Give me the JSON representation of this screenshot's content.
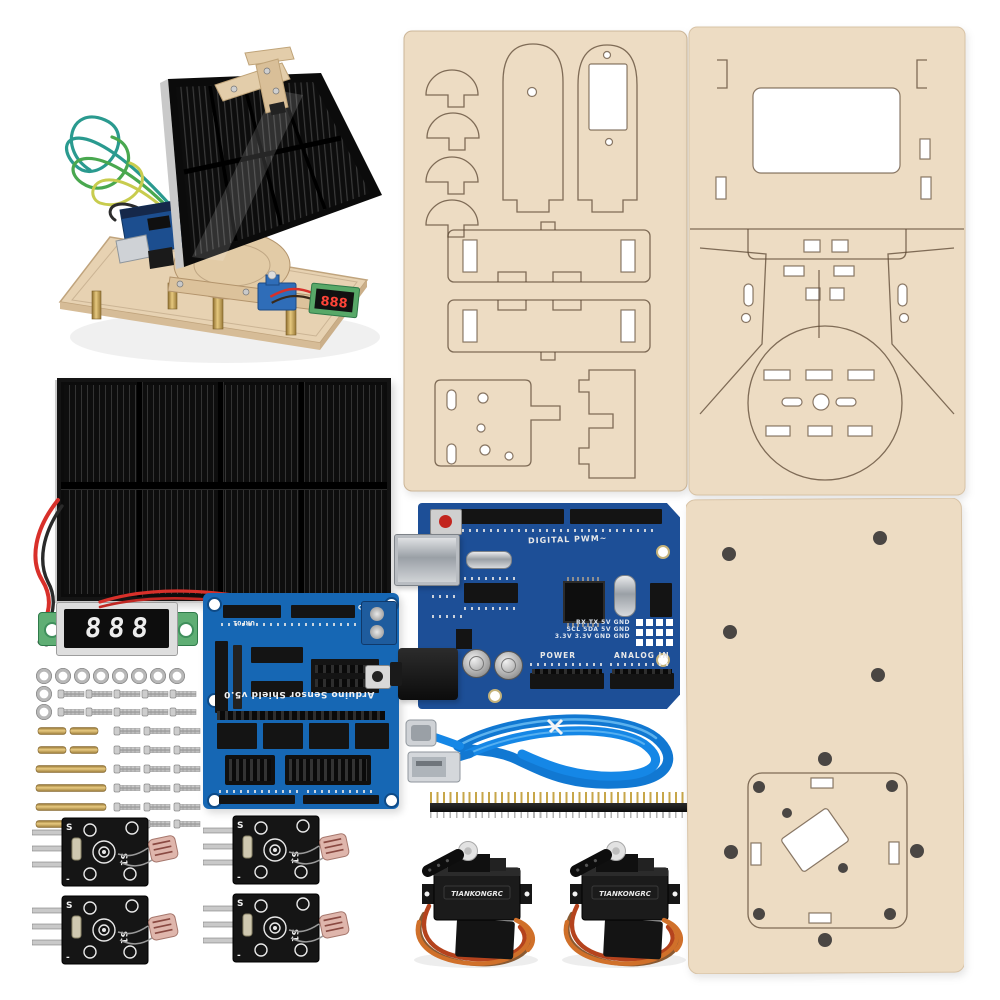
{
  "photo": {
    "background": "#ffffff",
    "subject": "Solar tracking DIY kit - components flat lay product photo"
  },
  "labels": {
    "arduino": {
      "digital": "DIGITAL PWM~",
      "power": "POWER",
      "analog_in": "ANALOG IN",
      "pin_row_1": "RX TX 5V GND",
      "pin_row_2": "SCL SDA 5V GND",
      "pin_row_3": "3.3V 3.3V GND GND"
    },
    "sensor_shield": {
      "title": "Arduino Sensor Shield v5.0",
      "uart": "URF01",
      "sd": "SD"
    },
    "servo": {
      "brand": "TIANKONGRC"
    },
    "voltmeter": {
      "display": "888"
    },
    "ldr_module": {
      "signal": "S",
      "minus": "-",
      "ref": "S1"
    }
  },
  "inventory": {
    "assembled_tracker": 1,
    "plywood_cutout_sheets": 3,
    "solar_panel": 1,
    "voltmeter_module": 1,
    "fastener_set": "hex nuts, screws, brass standoffs",
    "sensor_shield": 1,
    "uno_board": 1,
    "usb_cable": 1,
    "pin_header_40p": 1,
    "micro_servos": 2,
    "ldr_sensor_modules": 4
  },
  "colors": {
    "wood": "#eddcc3",
    "wood_line": "#5a4531",
    "pcb_blue_uno": "#1d4f97",
    "pcb_blue_shield": "#1667b4",
    "cable_blue": "#1587e6",
    "brass": "#c9a85e",
    "solar_black": "#0c0c0c",
    "servo_wire_orange": "#d0702a",
    "red_wire": "#d8302a",
    "ldr_body": "#dfb6ac",
    "voltmeter_green": "#5fae74",
    "digit_red": "#ff4438",
    "digit_white": "#ededed"
  }
}
